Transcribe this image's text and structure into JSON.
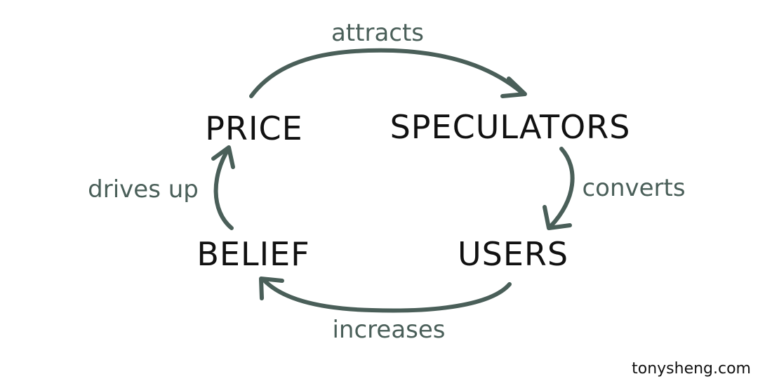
{
  "nodes": {
    "price": "PRICE",
    "speculators": "SPECULATORS",
    "users": "USERS",
    "belief": "BELIEF"
  },
  "edges": {
    "attracts": "attracts",
    "converts": "converts",
    "increases": "increases",
    "drives_up": "drives up"
  },
  "credit": "tonysheng.com",
  "colors": {
    "arrow": "#4a5f59",
    "node_text": "#111111",
    "label_text": "#4a5f59"
  }
}
